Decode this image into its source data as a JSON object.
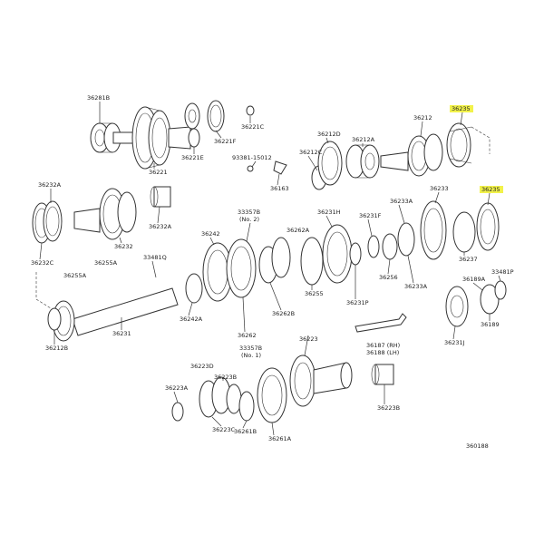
{
  "diagram": {
    "figure_number": "360188",
    "highlight_color": "#f2f24a",
    "labels": [
      {
        "id": "l36281B",
        "text": "36281B"
      },
      {
        "id": "l36221C",
        "text": "36221C"
      },
      {
        "id": "l36221F",
        "text": "36221F"
      },
      {
        "id": "l36221E",
        "text": "36221E"
      },
      {
        "id": "l36221",
        "text": "36221"
      },
      {
        "id": "l93381",
        "text": "93381-15012"
      },
      {
        "id": "l36163",
        "text": "36163"
      },
      {
        "id": "l36212C",
        "text": "36212C"
      },
      {
        "id": "l36212D",
        "text": "36212D"
      },
      {
        "id": "l36212A",
        "text": "36212A"
      },
      {
        "id": "l36212",
        "text": "36212"
      },
      {
        "id": "l36235a",
        "text": "36235"
      },
      {
        "id": "l36235b",
        "text": "36235"
      },
      {
        "id": "l36232A",
        "text": "36232A"
      },
      {
        "id": "l36232Ab",
        "text": "36232A"
      },
      {
        "id": "l36232C",
        "text": "36232C"
      },
      {
        "id": "l36232",
        "text": "36232"
      },
      {
        "id": "l36255A",
        "text": "36255A"
      },
      {
        "id": "l36255Ab",
        "text": "36255A"
      },
      {
        "id": "l33481Q",
        "text": "33481Q"
      },
      {
        "id": "l36242",
        "text": "36242"
      },
      {
        "id": "l33357B2",
        "text": "33357B"
      },
      {
        "id": "l33357B2n",
        "text": "(No. 2)"
      },
      {
        "id": "l36262A",
        "text": "36262A"
      },
      {
        "id": "l36231H",
        "text": "36231H"
      },
      {
        "id": "l36231F",
        "text": "36231F"
      },
      {
        "id": "l36233A",
        "text": "36233A"
      },
      {
        "id": "l36233",
        "text": "36233"
      },
      {
        "id": "l36237",
        "text": "36237"
      },
      {
        "id": "l33481P",
        "text": "33481P"
      },
      {
        "id": "l36189A",
        "text": "36189A"
      },
      {
        "id": "l36189",
        "text": "36189"
      },
      {
        "id": "l36231J",
        "text": "36231J"
      },
      {
        "id": "l36256",
        "text": "36256"
      },
      {
        "id": "l36233Ab",
        "text": "36233A"
      },
      {
        "id": "l36231P",
        "text": "36231P"
      },
      {
        "id": "l36255",
        "text": "36255"
      },
      {
        "id": "l36262B",
        "text": "36262B"
      },
      {
        "id": "l36262",
        "text": "36262"
      },
      {
        "id": "l36242A",
        "text": "36242A"
      },
      {
        "id": "l36231",
        "text": "36231"
      },
      {
        "id": "l36212B",
        "text": "36212B"
      },
      {
        "id": "l36187",
        "text": "36187 (RH)"
      },
      {
        "id": "l36188",
        "text": "36188 (LH)"
      },
      {
        "id": "l36223",
        "text": "36223"
      },
      {
        "id": "l33357B1",
        "text": "33357B"
      },
      {
        "id": "l33357B1n",
        "text": "(No. 1)"
      },
      {
        "id": "l36223D",
        "text": "36223D"
      },
      {
        "id": "l36223B",
        "text": "36223B"
      },
      {
        "id": "l36223A",
        "text": "36223A"
      },
      {
        "id": "l36223C",
        "text": "36223C"
      },
      {
        "id": "l36261B",
        "text": "36261B"
      },
      {
        "id": "l36261A",
        "text": "36261A"
      },
      {
        "id": "l36223Bb",
        "text": "36223B"
      }
    ]
  }
}
